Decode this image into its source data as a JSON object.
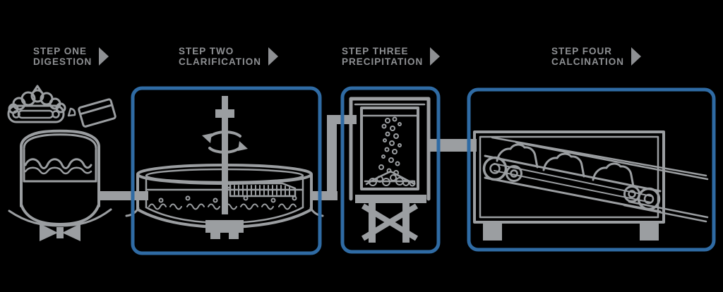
{
  "steps": [
    {
      "name": "digestion",
      "label_line1": "STEP ONE",
      "label_line2": "DIGESTION",
      "boxed": false,
      "icons": [
        "bauxite-pile-icon",
        "caustic-soda-pour-icon",
        "digestion-tank-icon",
        "step-arrow-icon"
      ]
    },
    {
      "name": "clarification",
      "label_line1": "STEP TWO",
      "label_line2": "CLARIFICATION",
      "boxed": true,
      "icons": [
        "clarifier-tank-icon",
        "step-arrow-icon"
      ]
    },
    {
      "name": "precipitation",
      "label_line1": "STEP THREE",
      "label_line2": "PRECIPITATION",
      "boxed": true,
      "icons": [
        "precipitation-tank-icon",
        "step-arrow-icon"
      ]
    },
    {
      "name": "calcination",
      "label_line1": "STEP FOUR",
      "label_line2": "CALCINATION",
      "boxed": true,
      "icons": [
        "calcination-kiln-icon",
        "step-arrow-icon"
      ]
    }
  ],
  "icons": {
    "step_arrow": "▶",
    "rotation": "⟳"
  },
  "colors": {
    "background": "#000000",
    "line_gray": "#9b9ea1",
    "text_gray": "#8e9093",
    "accent_blue": "#2f6ba4"
  }
}
